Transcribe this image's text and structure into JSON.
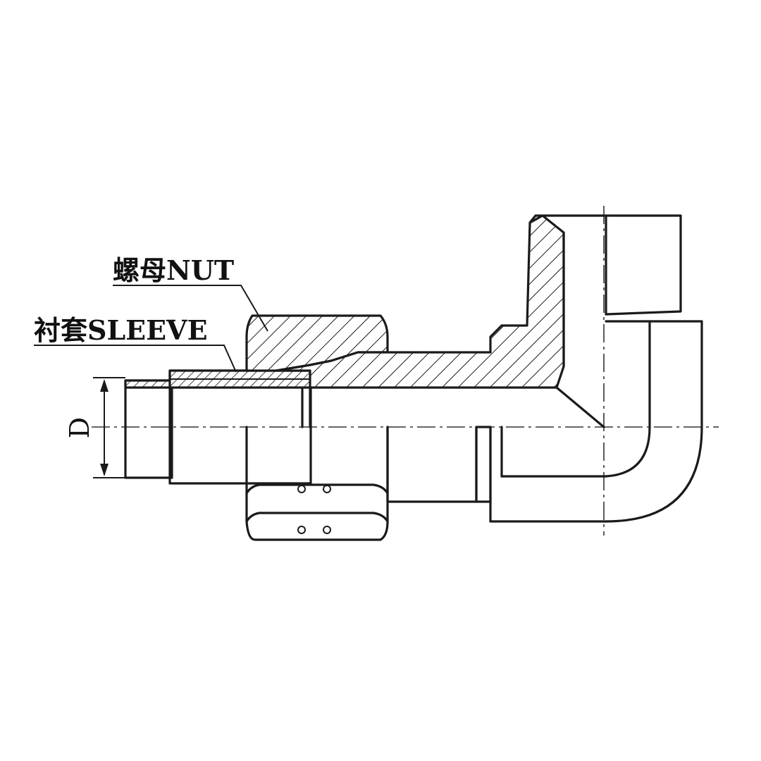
{
  "labels": {
    "nut": "螺母NUT",
    "sleeve": "衬套SLEEVE",
    "dimension": "D"
  },
  "colors": {
    "line": "#1a1a1a",
    "background": "#ffffff"
  }
}
